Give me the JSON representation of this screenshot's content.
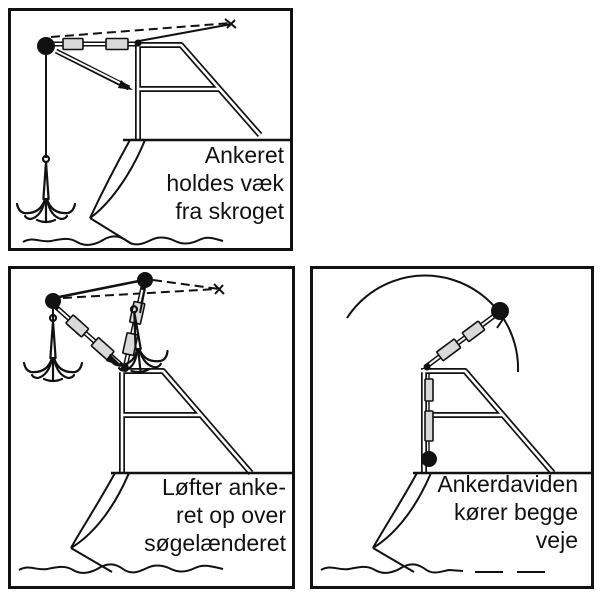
{
  "figure": {
    "title": "Anchor davit instructional diagram",
    "language": "da",
    "colors": {
      "ink": "#111111",
      "background": "#ffffff",
      "cylinder_gray": "#d9d9d9"
    }
  },
  "panels": [
    {
      "id": "anchor-held-away",
      "caption_lines": [
        "Ankeret",
        "holdes væk",
        "fra skroget"
      ]
    },
    {
      "id": "lift-anchor-over-rail",
      "caption_lines": [
        "Løfter anke-",
        "ret op over",
        "søgelænderet"
      ]
    },
    {
      "id": "davit-runs-both-ways",
      "caption_lines": [
        "Ankerdaviden",
        "kører begge",
        "veje"
      ]
    }
  ]
}
